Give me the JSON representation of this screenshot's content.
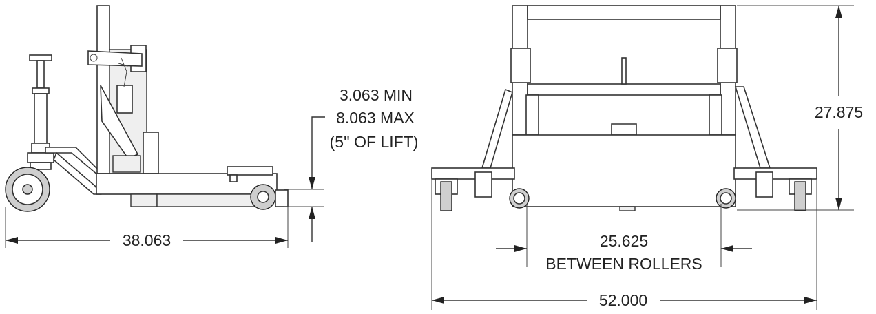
{
  "dimensions": {
    "side_length": "38.063",
    "lift_min": "3.063 MIN",
    "lift_max": "8.063 MAX",
    "lift_range": "(5'' OF LIFT)",
    "height": "27.875",
    "roller_span": "25.625",
    "roller_span_note": "BETWEEN ROLLERS",
    "overall_width": "52.000"
  }
}
